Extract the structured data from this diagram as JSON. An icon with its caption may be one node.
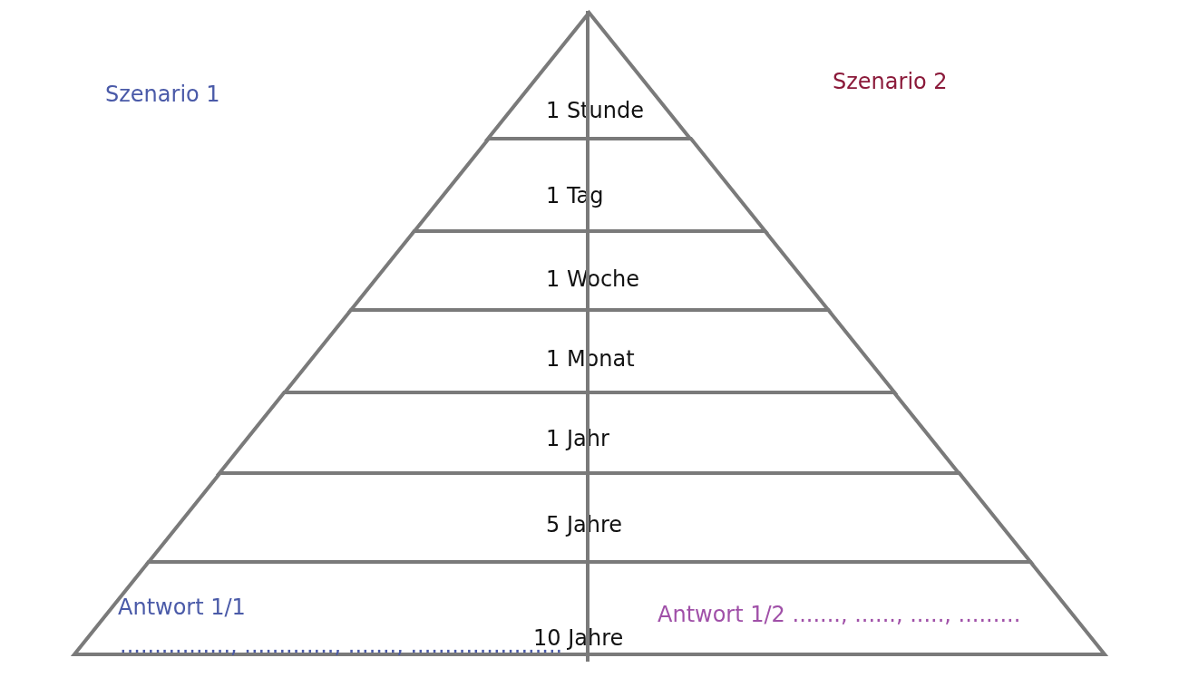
{
  "diagram": {
    "nodes": [
      {
        "text": [
          "1 Stunde"
        ]
      },
      {
        "text": [
          "1 Tag"
        ]
      },
      {
        "text": [
          "1 Woche"
        ]
      },
      {
        "text": [
          "1 Monat"
        ]
      },
      {
        "text": [
          "1 Jahr"
        ]
      },
      {
        "text": [
          "5 Jahre"
        ]
      },
      {
        "text": [
          "Antwort 1/1",
          "................, ............., ......., ......................",
          "Antwort 1/2 ......., ......, ....., .........",
          "10 Jahre"
        ]
      }
    ],
    "labels": [
      "Szenario 1",
      "Szenario 2"
    ]
  }
}
